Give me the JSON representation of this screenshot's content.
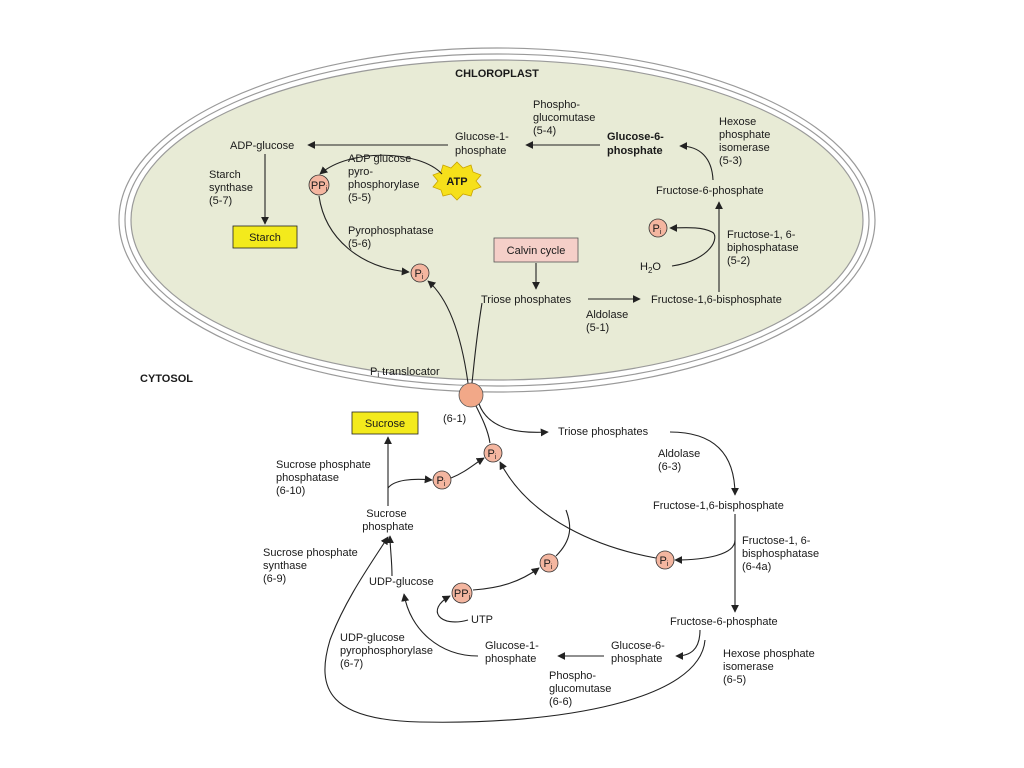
{
  "compartments": {
    "chloroplast": "CHLOROPLAST",
    "cytosol": "CYTOSOL"
  },
  "chloroplast": {
    "adp_glucose": "ADP-glucose",
    "glucose_1_phosphate": [
      "Glucose-1-",
      "phosphate"
    ],
    "glucose_6_phosphate": [
      "Glucose-6-",
      "phosphate"
    ],
    "phosphoglucomutase": [
      "Phospho-",
      "glucomutase",
      "(5-4)"
    ],
    "hexose_phosphate_isomerase": [
      "Hexose",
      "phosphate",
      "isomerase",
      "(5-3)"
    ],
    "fructose_6_phosphate": "Fructose-6-phosphate",
    "fructose_bisphosphatase": [
      "Fructose-1, 6-",
      "biphosphatase",
      "(5-2)"
    ],
    "fructose_1_6_bisphosphate": "Fructose-1,6-bisphosphate",
    "aldolase": [
      "Aldolase",
      "(5-1)"
    ],
    "triose_phosphates": "Triose phosphates",
    "calvin_cycle": "Calvin cycle",
    "h2o": "H",
    "h2o_sub": "2",
    "h2o_o": "O",
    "starch_synthase": [
      "Starch",
      "synthase",
      "(5-7)"
    ],
    "starch": "Starch",
    "adp_glucose_pyrophosphorylase": [
      "ADP glucose",
      "pyro-",
      "phosphorylase",
      "(5-5)"
    ],
    "atp": "ATP",
    "pyrophosphatase": [
      "Pyrophosphatase",
      "(5-6)"
    ]
  },
  "translocator": {
    "label": "P",
    "label_sub": "i",
    "label_rest": " translocator",
    "ec": "(6-1)"
  },
  "cytosol": {
    "triose_phosphates": "Triose phosphates",
    "aldolase": [
      "Aldolase",
      "(6-3)"
    ],
    "fructose_1_6_bisphosphate": "Fructose-1,6-bisphosphate",
    "fructose_bisphosphatase": [
      "Fructose-1, 6-",
      "bisphosphatase",
      "(6-4a)"
    ],
    "fructose_6_phosphate": "Fructose-6-phosphate",
    "hexose_phosphate_isomerase": [
      "Hexose phosphate",
      "isomerase",
      "(6-5)"
    ],
    "glucose_6_phosphate": [
      "Glucose-6-",
      "phosphate"
    ],
    "phosphoglucomutase": [
      "Phospho-",
      "glucomutase",
      "(6-6)"
    ],
    "glucose_1_phosphate": [
      "Glucose-1-",
      "phosphate"
    ],
    "utp": "UTP",
    "udp_glucose": "UDP-glucose",
    "udp_glucose_pyrophosphorylase": [
      "UDP-glucose",
      "pyrophosphorylase",
      "(6-7)"
    ],
    "sucrose_phosphate_synthase": [
      "Sucrose phosphate",
      "synthase",
      "(6-9)"
    ],
    "sucrose_phosphate": [
      "Sucrose",
      "phosphate"
    ],
    "sucrose_phosphate_phosphatase": [
      "Sucrose phosphate",
      "phosphatase",
      "(6-10)"
    ],
    "sucrose": "Sucrose"
  },
  "phosphate_labels": {
    "pi": "P",
    "pi_sub": "i",
    "ppi": "PP",
    "ppi_sub": "i"
  },
  "colors": {
    "chloroplast_fill": "#e8ebd6",
    "membrane_stroke": "#9a9a9a",
    "highlight_yellow": "#f3ea1c",
    "calvin_fill": "#f5cfc8",
    "phosphate_fill": "#f4b6a0",
    "translocator_fill": "#f2a888",
    "atp_fill": "#f6e01a"
  }
}
